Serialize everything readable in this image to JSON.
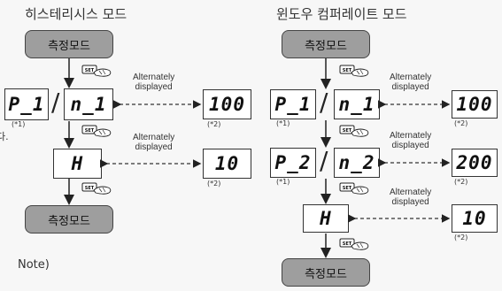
{
  "left": {
    "title": "히스테리시스 모드",
    "mode_top": "측정모드",
    "mode_bottom": "측정모드",
    "lcd1_a": "P_1",
    "lcd1_b": "n_1",
    "lcd1_val": "100",
    "lcd2": "H",
    "lcd2_val": "10",
    "alt1": [
      "Alternately",
      "displayed"
    ],
    "alt2": [
      "Alternately",
      "displayed"
    ],
    "ref1": "(*1)",
    "ref2a": "(*2)",
    "ref2b": "(*2)"
  },
  "right": {
    "title": "윈도우 컴퍼레이트 모드",
    "mode_top": "측정모드",
    "mode_bottom": "측정모드",
    "lcd1_a": "P_1",
    "lcd1_b": "n_1",
    "lcd1_val": "100",
    "lcd2_a": "P_2",
    "lcd2_b": "n_2",
    "lcd2_val": "200",
    "lcd3": "H",
    "lcd3_val": "10",
    "alt1": [
      "Alternately",
      "displayed"
    ],
    "alt2": [
      "Alternately",
      "displayed"
    ],
    "alt3": [
      "Alternately",
      "displayed"
    ],
    "ref1a": "(*1)",
    "ref1b": "(*1)",
    "ref2a": "(*2)",
    "ref2b": "(*2)",
    "ref2c": "(*2)"
  },
  "set_label": "SET",
  "edge_char": "다.",
  "note": "Note)",
  "icons": {
    "set_button": "set-button-with-hand-icon",
    "arrow": "arrow-icon"
  }
}
